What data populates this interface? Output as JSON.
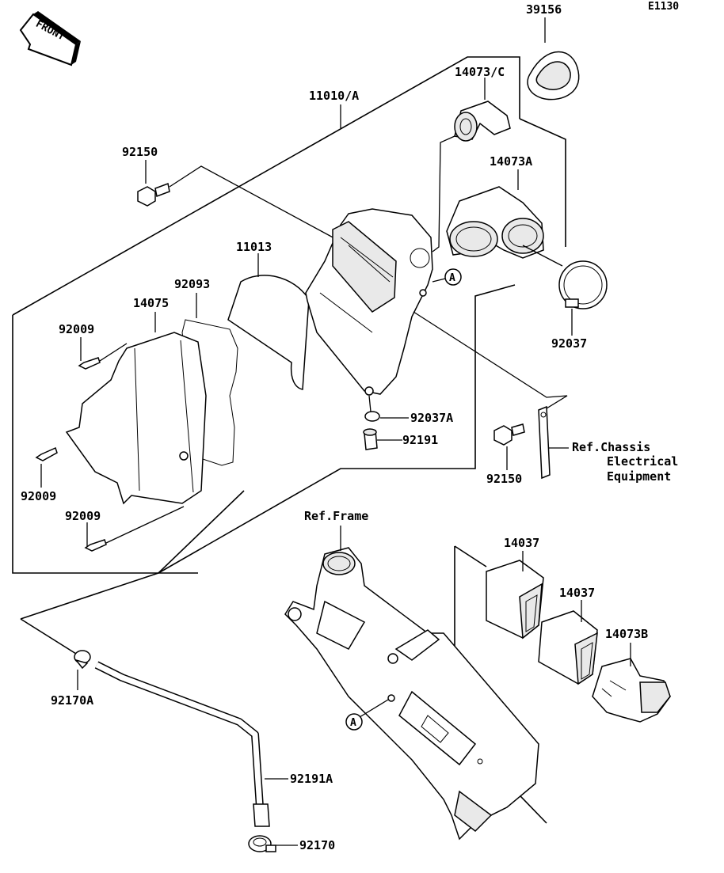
{
  "diagram_code": "E1130",
  "front_label": "FRONT",
  "callouts": {
    "p39156": "39156",
    "p14073c": "14073/C",
    "p11010a": "11010/A",
    "p92150_top": "92150",
    "p14073a": "14073A",
    "p11013": "11013",
    "p92093": "92093",
    "p14075": "14075",
    "p92009_a": "92009",
    "p92009_b": "92009",
    "p92009_c": "92009",
    "p92037": "92037",
    "p92037a": "92037A",
    "p92191": "92191",
    "p92150_bot": "92150",
    "ref_chassis_1": "Ref.Chassis",
    "ref_chassis_2": "Electrical",
    "ref_chassis_3": "Equipment",
    "ref_frame": "Ref.Frame",
    "p14037_a": "14037",
    "p14037_b": "14037",
    "p14073b": "14073B",
    "p92170a": "92170A",
    "p92191a": "92191A",
    "p92170": "92170",
    "marker_a_top": "A",
    "marker_a_bot": "A"
  }
}
